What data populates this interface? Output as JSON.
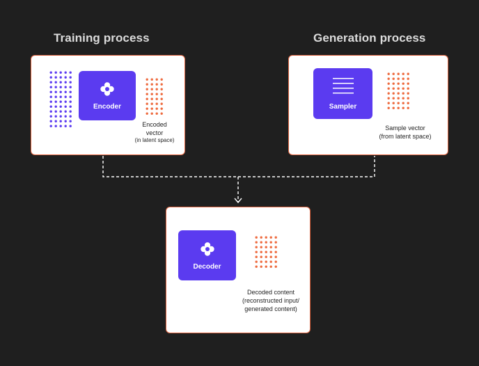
{
  "training": {
    "title": "Training process",
    "encoder_label": "Encoder",
    "vector_caption_line1": "Encoded",
    "vector_caption_line2": "vector",
    "vector_caption_line3": "(in latent space)"
  },
  "generation": {
    "title": "Generation process",
    "sampler_label": "Sampler",
    "vector_caption_line1": "Sample vector",
    "vector_caption_line2": "(from latent space)"
  },
  "decoding": {
    "decoder_label": "Decoder",
    "caption_line1": "Decoded content",
    "caption_line2": "(reconstructed input/",
    "caption_line3": "generated content)"
  },
  "colors": {
    "background": "#1f1f1f",
    "panel": "#ffffff",
    "panel_border": "#e0643f",
    "block": "#5b3bf0",
    "input_dots": "#5b3bf0",
    "latent_dots": "#ee6a3e",
    "connector": "#ffffff"
  },
  "icons": {
    "encoder": "flower-icon",
    "sampler": "lines-icon",
    "decoder": "flower-icon",
    "arrow": "arrow-down-icon"
  }
}
